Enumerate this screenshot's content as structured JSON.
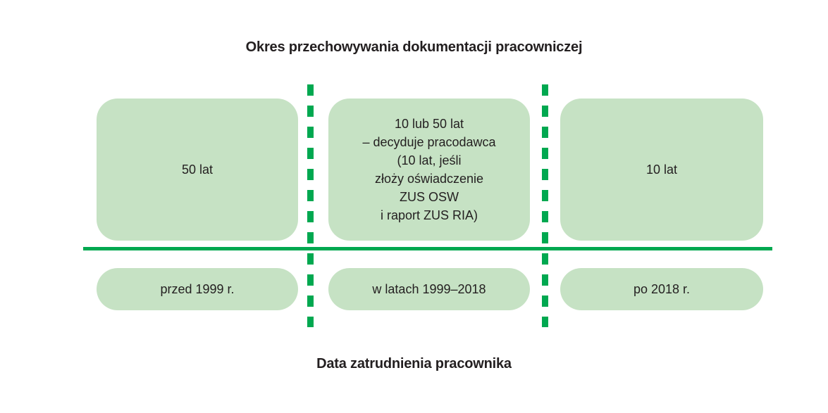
{
  "diagram": {
    "title": "Okres przechowywania dokumentacji pracowniczej",
    "caption": "Data zatrudnienia pracownika",
    "colors": {
      "box_fill": "#c6e2c4",
      "line_green": "#00a850",
      "text": "#231f20",
      "background": "#ffffff"
    },
    "columns": [
      {
        "retention": "50 lat",
        "period": "przed 1999 r."
      },
      {
        "retention": "10 lub 50 lat\n– decyduje pracodawca\n(10 lat, jeśli\nzłoży oświadczenie\nZUS OSW\ni raport ZUS RIA)",
        "period": "w latach 1999–2018"
      },
      {
        "retention": "10 lat",
        "period": "po 2018 r."
      }
    ]
  }
}
